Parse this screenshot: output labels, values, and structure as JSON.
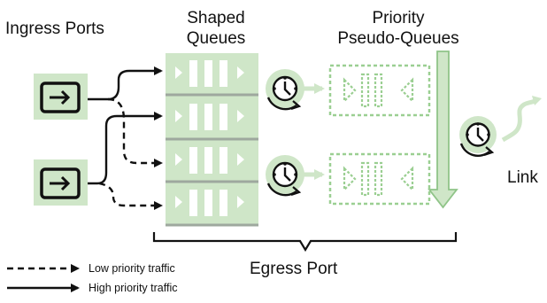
{
  "labels": {
    "ingress_ports": "Ingress Ports",
    "shaped_queues_line1": "Shaped",
    "shaped_queues_line2": "Queues",
    "priority_line1": "Priority",
    "priority_line2": "Pseudo-Queues",
    "link": "Link",
    "egress_port": "Egress Port"
  },
  "legend": {
    "low": "Low priority traffic",
    "high": "High priority traffic"
  },
  "colors": {
    "green_fill": "#cfe6c8",
    "green_dark": "#8fc488",
    "green_dashed": "#9bcf92",
    "queue_separator": "#9ea89e",
    "line": "#111111"
  },
  "icons": [
    "port-icon",
    "clock-icon",
    "link-wave-icon"
  ]
}
